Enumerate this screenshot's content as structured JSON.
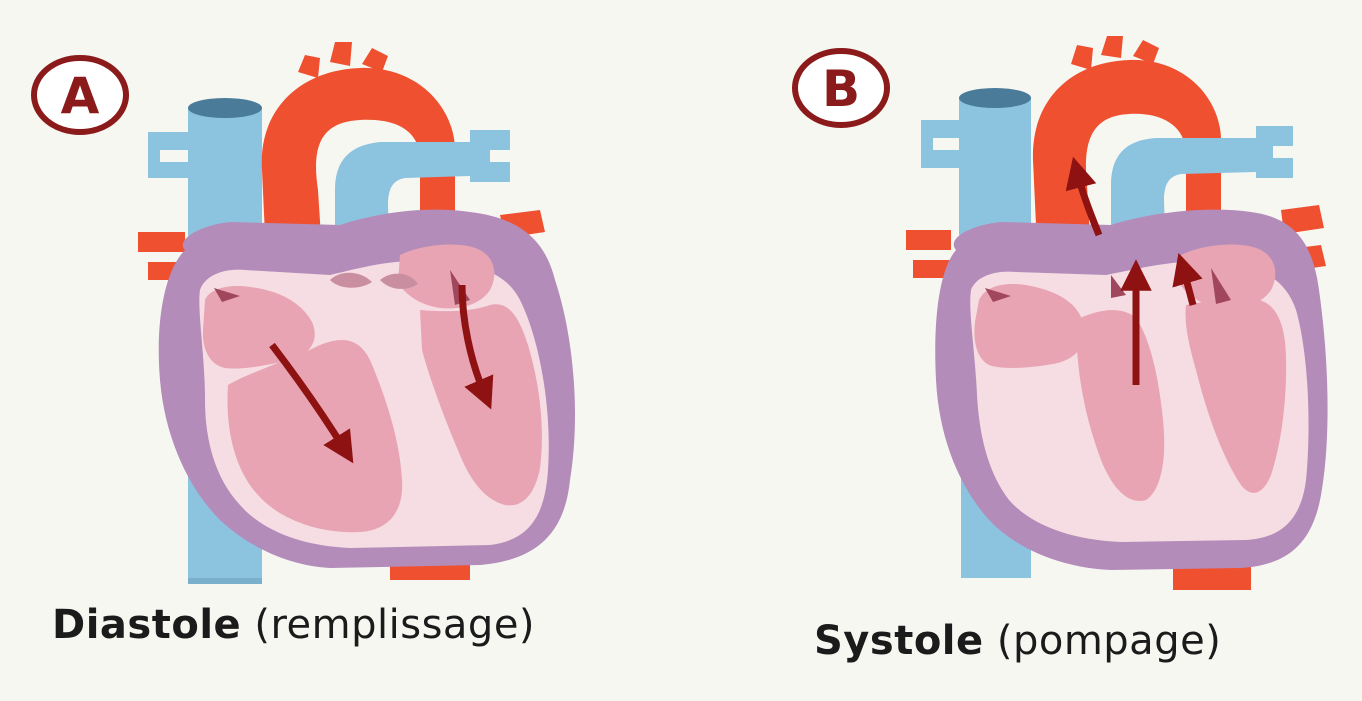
{
  "panels": [
    {
      "badge": "A",
      "phase": "Diastole",
      "detail": "(remplissage)"
    },
    {
      "badge": "B",
      "phase": "Systole",
      "detail": "(pompage)"
    }
  ],
  "colors": {
    "vein_blue": "#8cc3df",
    "aorta_red": "#ef5030",
    "heart_wall_purple": "#b38cba",
    "chamber_pink": "#e8a4b2",
    "septum_light": "#f5dde3",
    "arrow_dark_red": "#8e1212",
    "badge_red": "#8b1a1a"
  },
  "icons": [
    "heart-diagram",
    "blood-flow-arrow"
  ]
}
